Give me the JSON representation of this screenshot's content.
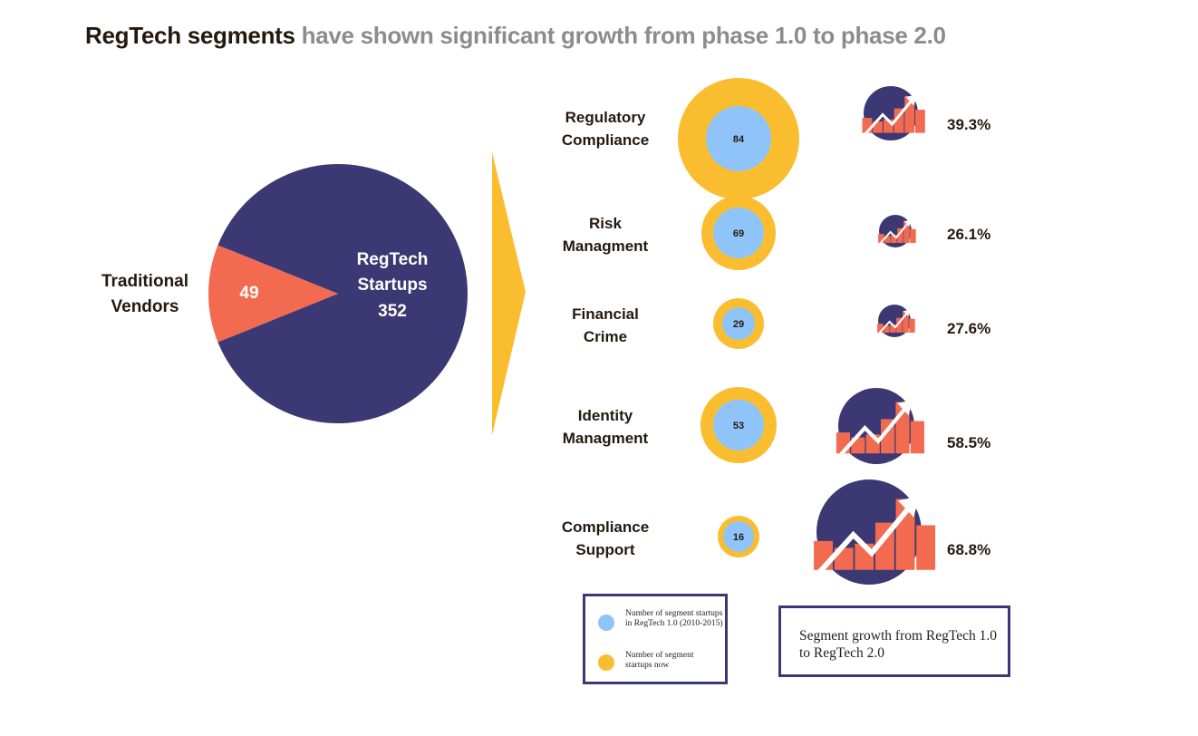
{
  "title": {
    "bold": "RegTech segments",
    "rest": "have shown significant growth from phase 1.0 to phase 2.0"
  },
  "colors": {
    "navy": "#3c3873",
    "orange": "#f26b50",
    "yellow": "#fbbd30",
    "blue": "#8ec4f8"
  },
  "chart_data": [
    {
      "type": "pie",
      "slices": [
        {
          "label": "Traditional Vendors",
          "value": 49,
          "color": "#f26b50"
        },
        {
          "label": "RegTech Startups",
          "value": 352,
          "color": "#3c3873"
        }
      ]
    },
    {
      "type": "bubble",
      "categories": [
        "Regulatory Compliance",
        "Risk Managment",
        "Financial Crime",
        "Identity Managment",
        "Compliance Support"
      ],
      "series": [
        {
          "name": "Number of segment startups in RegTech 1.0 (2010-2015)",
          "values": [
            84,
            69,
            29,
            53,
            16
          ],
          "color": "#8ec4f8"
        },
        {
          "name": "Number of segment startups now",
          "color": "#fbbd30"
        },
        {
          "name": "Segment growth from RegTech 1.0 to RegTech 2.0",
          "values": [
            "39.3%",
            "26.1%",
            "27.6%",
            "58.5%",
            "68.8%"
          ]
        }
      ]
    }
  ],
  "pie_labels": {
    "traditional_1": "Traditional",
    "traditional_2": "Vendors",
    "traditional_value": "49",
    "startups_1": "RegTech",
    "startups_2": "Startups",
    "startups_value": "352"
  },
  "rows": [
    {
      "l1": "Regulatory",
      "l2": "Compliance",
      "value": "84",
      "growth": "39.3%"
    },
    {
      "l1": "Risk",
      "l2": "Managment",
      "value": "69",
      "growth": "26.1%"
    },
    {
      "l1": "Financial",
      "l2": "Crime",
      "value": "29",
      "growth": "27.6%"
    },
    {
      "l1": "Identity",
      "l2": "Managment",
      "value": "53",
      "growth": "58.5%"
    },
    {
      "l1": "Compliance",
      "l2": "Support",
      "value": "16",
      "growth": "68.8%"
    }
  ],
  "legend": {
    "item1": "Number of segment startups in RegTech 1.0 (2010-2015)",
    "item2": "Number of segment startups now",
    "growth": "Segment growth from RegTech 1.0 to RegTech 2.0"
  }
}
